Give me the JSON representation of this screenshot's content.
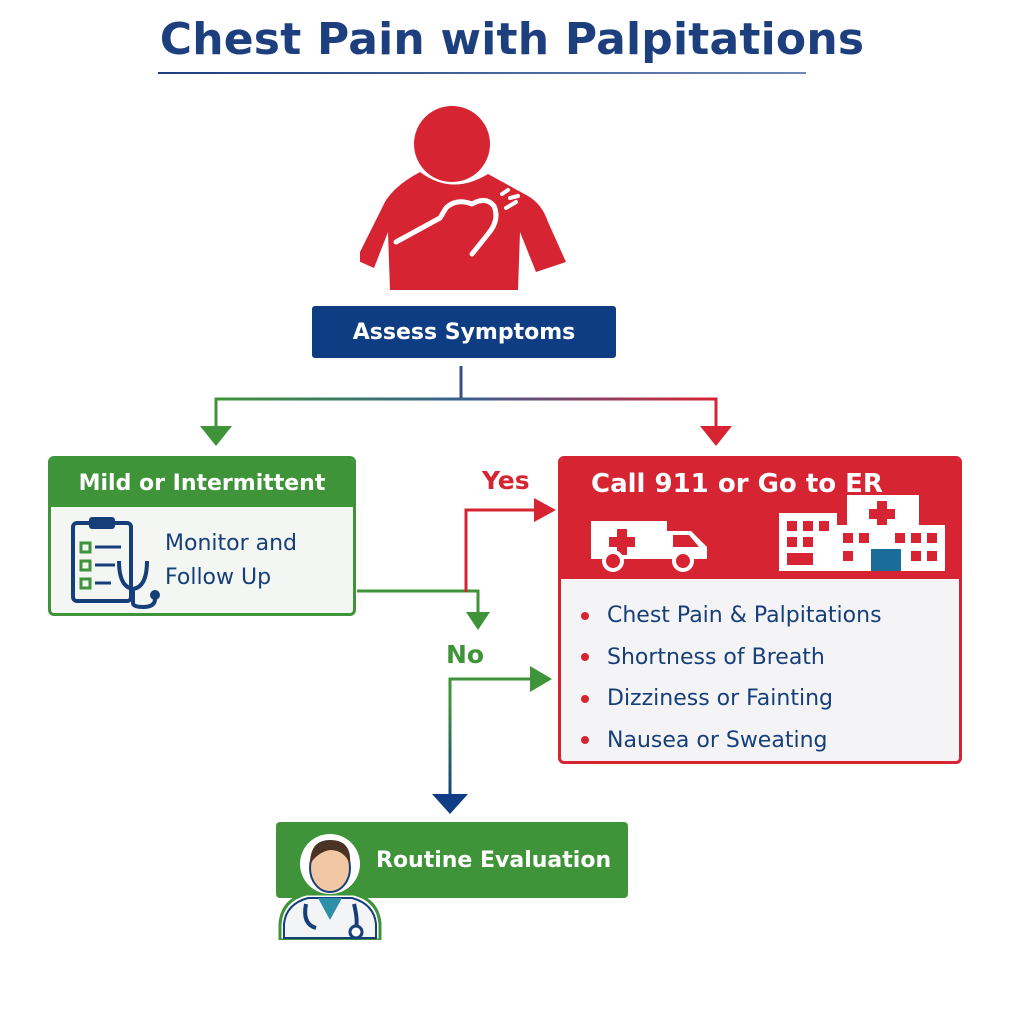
{
  "title": "Chest Pain with Palpitations",
  "nodes": {
    "assess": "Assess Symptoms",
    "mild": {
      "header": "Mild or Intermittent",
      "body_line1": "Monitor and",
      "body_line2": "Follow Up"
    },
    "emergency": {
      "header": "Call 911 or Go to ER",
      "symptoms": [
        "Chest Pain & Palpitations",
        "Shortness of Breath",
        "Dizziness or Fainting",
        "Nausea or Sweating"
      ]
    },
    "routine": "Routine Evaluation"
  },
  "edge_labels": {
    "yes": "Yes",
    "no": "No"
  },
  "icons": [
    "person-chest-pain-icon",
    "clipboard-icon",
    "stethoscope-icon",
    "ambulance-icon",
    "hospital-icon",
    "doctor-icon"
  ],
  "colors": {
    "navy": "#0f3d84",
    "title": "#1d3f7e",
    "green": "#3f9339",
    "red": "#d62433",
    "text": "#163f7a"
  }
}
